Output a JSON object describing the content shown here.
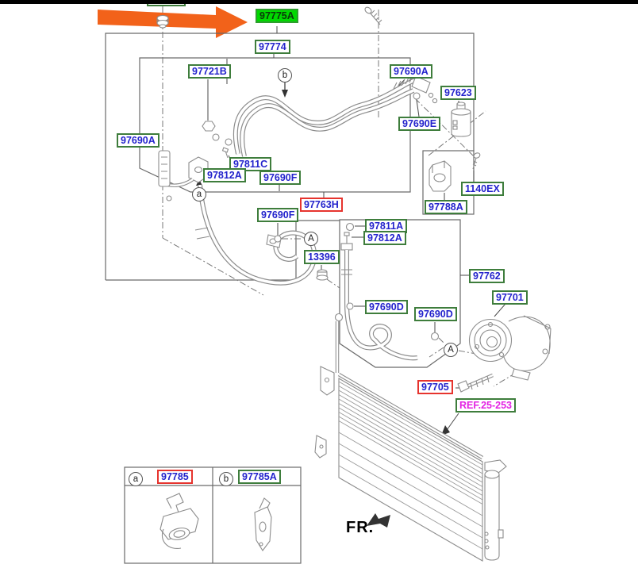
{
  "diagram": {
    "type": "air-conditioner cooler line parts diagram",
    "highlighted_part": "97775A",
    "front_indicator": "FR.",
    "reference_label": "REF.25-253"
  },
  "colors": {
    "label_border_green": "#3e7d3c",
    "label_border_red": "#e6342e",
    "label_text_blue": "#2323cc",
    "highlight_background": "#00d800",
    "reference_text_magenta": "#e322e3",
    "pointer_arrow_orange": "#f2621a",
    "drawing_line_gray": "#8c8c8c",
    "top_bar_black": "#000000"
  },
  "parts": {
    "97775A": "97775A",
    "97774": "97774",
    "97721B": "97721B",
    "97690A": "97690A",
    "97623": "97623",
    "97690E": "97690E",
    "97811C": "97811C",
    "97812A": "97812A",
    "97690F": "97690F",
    "97763H": "97763H",
    "1140EX": "1140EX",
    "97788A": "97788A",
    "97811A": "97811A",
    "13396": "13396",
    "97762": "97762",
    "97701": "97701",
    "97690D": "97690D",
    "97705": "97705",
    "97785": "97785",
    "97785A": "97785A",
    "REF_25_253": "REF.25-253"
  },
  "markers": {
    "a": "a",
    "b": "b",
    "A": "A"
  },
  "legend": {
    "cell_a_marker": "a",
    "cell_a_part": "97785",
    "cell_b_marker": "b",
    "cell_b_part": "97785A"
  },
  "fr": {
    "label": "FR."
  }
}
